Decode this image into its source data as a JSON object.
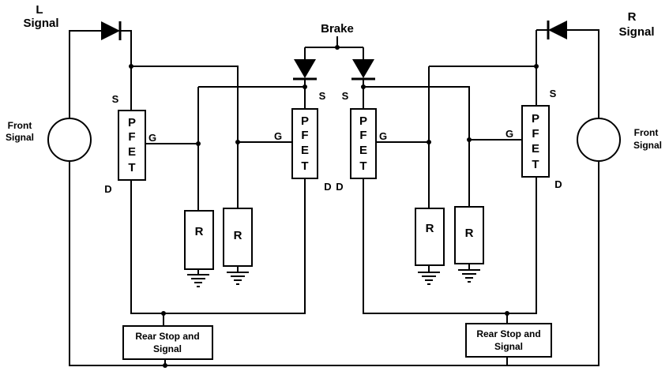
{
  "diagram": {
    "brake_label": "Brake",
    "left_signal": {
      "line1": "L",
      "line2": "Signal"
    },
    "right_signal": {
      "line1": "R",
      "line2": "Signal"
    },
    "front_signal": {
      "line1": "Front",
      "line2": "Signal"
    },
    "pfet_letters": [
      "P",
      "F",
      "E",
      "T"
    ],
    "pins": {
      "source": "S",
      "gate": "G",
      "drain": "D"
    },
    "resistor_label": "R",
    "rear_box": {
      "line1": "Rear Stop and",
      "line2": "Signal"
    }
  }
}
